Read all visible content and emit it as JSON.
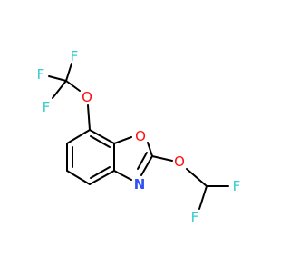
{
  "molecule": {
    "atoms": {
      "F1": "F",
      "F2": "F",
      "F3": "F",
      "O_ocf3": "O",
      "O_ring": "O",
      "O_ether": "O",
      "N_ring": "N",
      "F4": "F",
      "F5": "F"
    },
    "colors": {
      "bond": "#000000",
      "fluorine": "#33cccc",
      "oxygen": "#ff0d0d",
      "nitrogen": "#3050f8"
    }
  }
}
